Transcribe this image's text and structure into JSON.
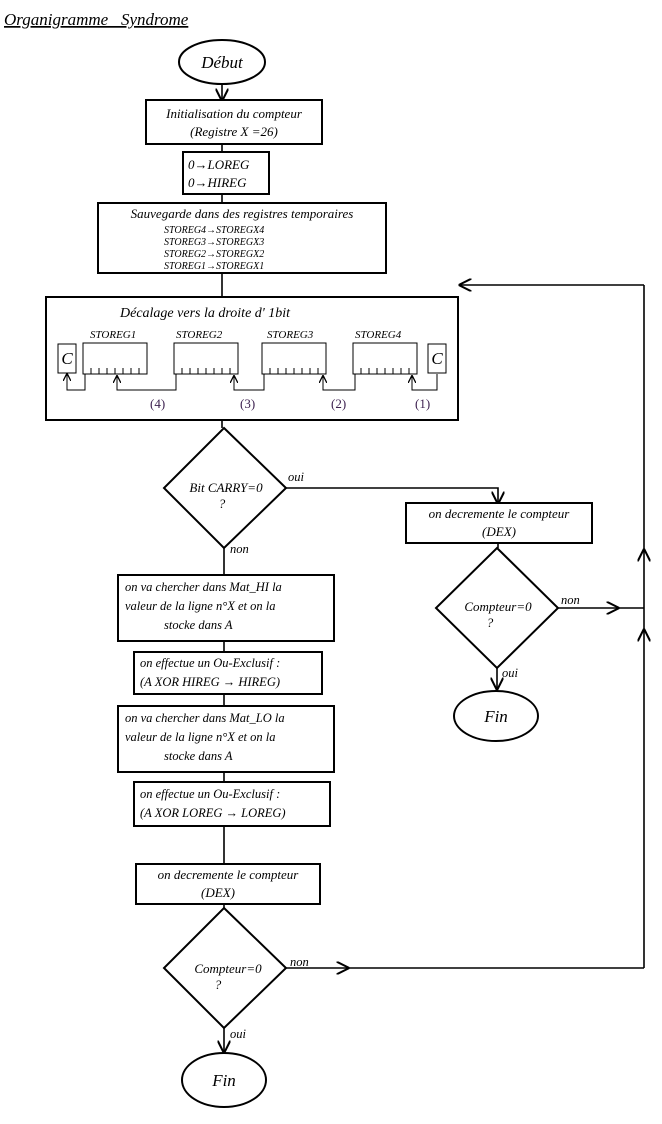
{
  "title": "Organigramme _Syndrome",
  "start": "Début",
  "init_box": [
    "Initialisation du compteur",
    "(Registre X =26)"
  ],
  "zero_box": [
    "0→LOREG",
    "0→HIREG"
  ],
  "save_box": {
    "heading": "Sauvegarde dans des registres temporaires",
    "lines": [
      "STOREG4→STOREGX4",
      "STOREG3→STOREGX3",
      "STOREG2→STOREGX2",
      "STOREG1→STOREGX1"
    ]
  },
  "shift_box": {
    "heading": "Décalage vers la droite d' 1bit",
    "carry_label": "C",
    "registers": [
      "STOREG1",
      "STOREG2",
      "STOREG3",
      "STOREG4"
    ],
    "steps": [
      "(4)",
      "(3)",
      "(2)",
      "(1)"
    ]
  },
  "carry_decision": {
    "lines": [
      "Bit CARRY=0",
      "?"
    ],
    "yes": "oui",
    "no": "non"
  },
  "dec_right": [
    "on decremente le compteur",
    "(DEX)"
  ],
  "counter_right": {
    "lines": [
      "Compteur=0",
      "?"
    ],
    "no": "non",
    "yes": "oui"
  },
  "end_right": "Fin",
  "hi_box": [
    "on va chercher dans Mat_HI la",
    "valeur de la ligne n°X et on la",
    "stocke dans A"
  ],
  "xor_hi": [
    "on effectue un Ou-Exclusif :",
    "(A XOR HIREG → HIREG)"
  ],
  "lo_box": [
    "on va chercher dans Mat_LO la",
    "valeur de la ligne n°X et on la",
    "stocke dans A"
  ],
  "xor_lo": [
    "on effectue un Ou-Exclusif :",
    "(A XOR LOREG → LOREG)"
  ],
  "dec_left": [
    "on decremente le compteur",
    "(DEX)"
  ],
  "counter_left": {
    "lines": [
      "Compteur=0",
      "?"
    ],
    "no": "non",
    "yes": "oui"
  },
  "end_left": "Fin"
}
